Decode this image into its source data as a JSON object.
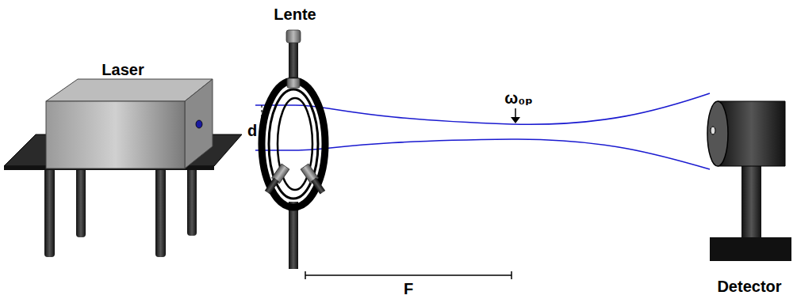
{
  "diagram": {
    "labels": [
      "Laser",
      "Lente",
      "d",
      "ω₀ₚ",
      "F",
      "Detector"
    ]
  }
}
